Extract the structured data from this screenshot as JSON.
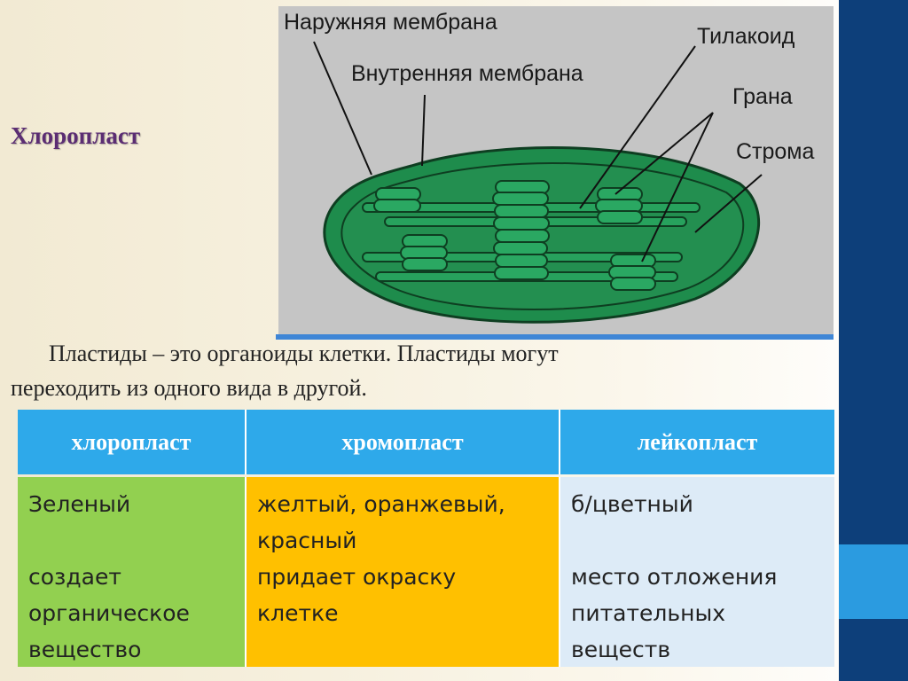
{
  "title": "Хлоропласт",
  "diagram": {
    "labels": {
      "outer_membrane": "Наружняя мембрана",
      "inner_membrane": "Внутренняя мембрана",
      "thylakoid": "Тилакоид",
      "grana": "Грана",
      "stroma": "Строма"
    },
    "colors": {
      "background": "#c5c5c5",
      "chloroplast": "#1f8f4e",
      "outline": "#0e3e21"
    }
  },
  "paragraph": {
    "line1": "Пластиды – это органоиды  клетки. Пластиды могут",
    "line2": "переходить из одного вида в другой."
  },
  "table": {
    "headers": [
      "хлоропласт",
      "хромопласт",
      "лейкопласт"
    ],
    "columns": [
      {
        "color": "#92d050",
        "lines": [
          "Зеленый",
          "",
          "создает",
          "органическое",
          "вещество"
        ]
      },
      {
        "color": "#ffc000",
        "lines": [
          "желтый, оранжевый,",
          "красный",
          "придает окраску",
          "клетке"
        ]
      },
      {
        "color": "#ddebf7",
        "lines": [
          "б/цветный",
          "",
          "место отложения",
          "питательных",
          "веществ"
        ]
      }
    ],
    "header_color": "#2ea9ea"
  },
  "colors": {
    "accent_dark": "#0d3f7a",
    "accent_light": "#2b9be0",
    "title": "#5b2d73"
  }
}
